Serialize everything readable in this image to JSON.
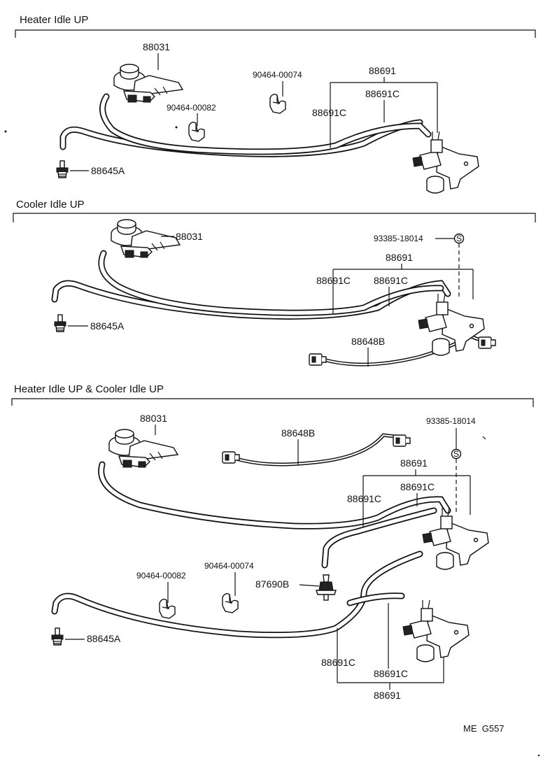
{
  "sections": [
    {
      "title": "Heater Idle UP",
      "labels": {
        "vsv": "88031",
        "clamp_a": "90464-00074",
        "clamp_b": "90464-00082",
        "hose_set": "88691",
        "hose_c1": "88691C",
        "hose_c2": "88691C",
        "fitting": "88645A"
      }
    },
    {
      "title": "Cooler Idle UP",
      "labels": {
        "vsv": "88031",
        "screw": "93385-18014",
        "screw_symbol": "S",
        "hose_set": "88691",
        "hose_c1": "88691C",
        "hose_c2": "88691C",
        "fitting": "88645A",
        "wire": "88648B"
      }
    },
    {
      "title": "Heater Idle UP & Cooler Idle UP",
      "labels": {
        "vsv": "88031",
        "wire": "88648B",
        "screw": "93385-18014",
        "screw_symbol": "S",
        "hose_set_top": "88691",
        "hose_c_top1": "88691C",
        "hose_c_top2": "88691C",
        "clamp_a": "90464-00074",
        "clamp_b": "90464-00082",
        "valve": "87690B",
        "fitting": "88645A",
        "hose_c_bot1": "88691C",
        "hose_c_bot2": "88691C",
        "hose_set_bot": "88691"
      }
    }
  ],
  "footer_code": "ME  G557"
}
